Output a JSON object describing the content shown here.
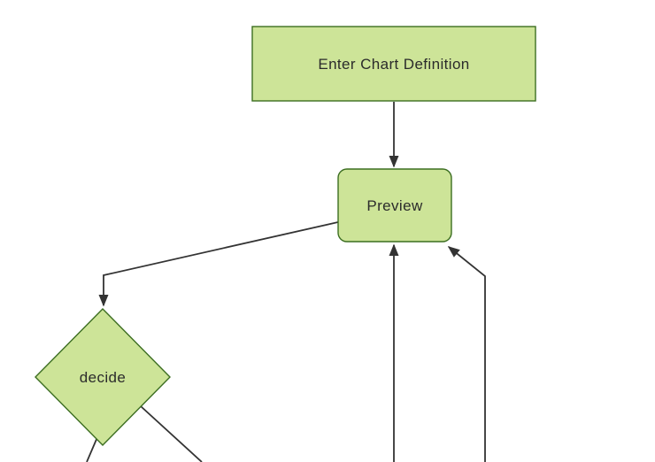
{
  "diagram": {
    "type": "flowchart",
    "direction": "top-down",
    "nodes": [
      {
        "id": "enter-chart-definition",
        "shape": "rectangle",
        "label": "Enter Chart Definition"
      },
      {
        "id": "preview",
        "shape": "rounded-rectangle",
        "label": "Preview"
      },
      {
        "id": "decide",
        "shape": "diamond",
        "label": "decide"
      }
    ],
    "edges": [
      {
        "from": "enter-chart-definition",
        "to": "preview",
        "arrowhead": "filled-triangle"
      },
      {
        "from": "preview",
        "to": "decide",
        "arrowhead": "filled-triangle"
      },
      {
        "from": "offscreen-bottom",
        "to": "preview",
        "arrowhead": "filled-triangle"
      },
      {
        "from": "offscreen-bottom-right",
        "to": "preview",
        "arrowhead": "filled-triangle"
      },
      {
        "from": "decide",
        "to": "offscreen-bottom-left",
        "arrowhead": "none-visible"
      },
      {
        "from": "decide",
        "to": "offscreen-bottom-right",
        "arrowhead": "none-visible"
      }
    ]
  },
  "theme": {
    "background": "#ffffff",
    "node_fill": "#cde498",
    "node_stroke": "#3c6e21",
    "edge_color": "#333333",
    "text_color": "#2b2b2b"
  }
}
